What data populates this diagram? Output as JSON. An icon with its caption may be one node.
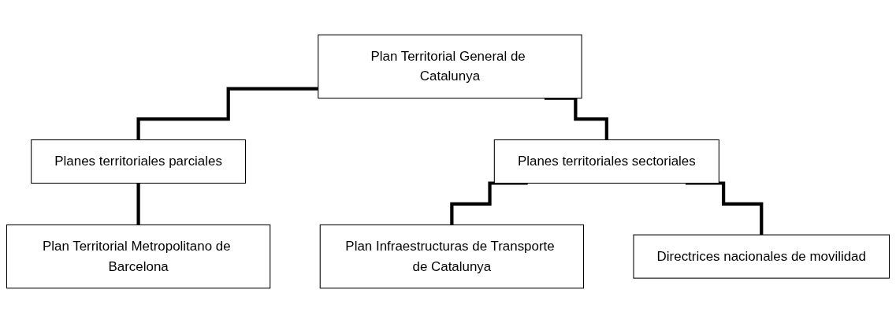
{
  "diagram": {
    "nodes": [
      {
        "text": [
          "Plan Territorial General de Catalunya"
        ]
      },
      {
        "text": [
          "Planes territoriales parciales"
        ]
      },
      {
        "text": [
          "Planes territoriales sectoriales"
        ]
      },
      {
        "text": [
          "Plan Territorial Metropolitano de Barcelona"
        ]
      },
      {
        "text": [
          "Plan Infraestructuras de Transporte de Catalunya"
        ]
      },
      {
        "text": [
          "Directrices nacionales de movilidad"
        ]
      }
    ],
    "edges": [
      {
        "from": 0,
        "to": 1,
        "arrow": "none"
      },
      {
        "from": 0,
        "to": 2,
        "arrow": "none"
      },
      {
        "from": 1,
        "to": 3,
        "arrow": "none"
      },
      {
        "from": 2,
        "to": 4,
        "arrow": "none"
      },
      {
        "from": 2,
        "to": 5,
        "arrow": "none"
      }
    ]
  }
}
